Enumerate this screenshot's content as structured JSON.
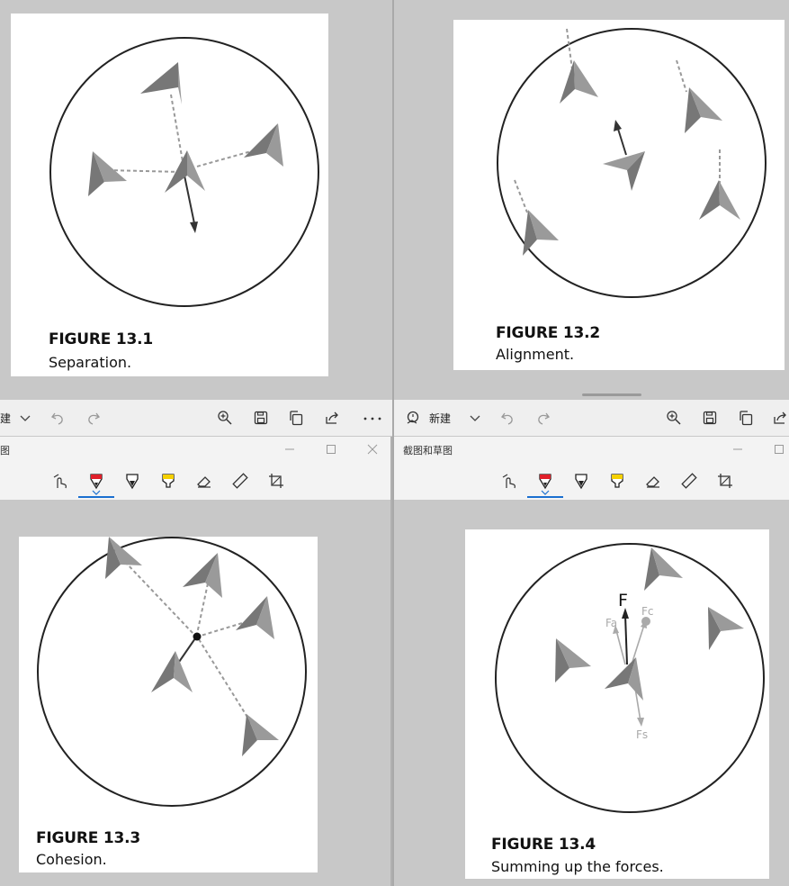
{
  "figures": {
    "fig1": {
      "number": "FIGURE 13.1",
      "caption": "Separation."
    },
    "fig2": {
      "number": "FIGURE 13.2",
      "caption": "Alignment."
    },
    "fig3": {
      "number": "FIGURE 13.3",
      "caption": "Cohesion."
    },
    "fig4": {
      "number": "FIGURE 13.4",
      "caption": "Summing up the forces.",
      "labels": {
        "f": "F",
        "fa": "Fa",
        "fc": "Fc",
        "fs": "Fs"
      }
    }
  },
  "right_window": {
    "new_label": "新建",
    "title": "截图和草图"
  },
  "left_window": {
    "title_fragment": "图",
    "new_fragment": "建"
  },
  "icons": {
    "undo": "undo-icon",
    "redo": "redo-icon",
    "zoom": "zoom-in-icon",
    "save": "save-icon",
    "copy": "copy-icon",
    "share": "share-icon",
    "more": "more-icon",
    "touch": "touch-writing-icon",
    "ballpoint": "ballpoint-pen-icon",
    "pencil": "pencil-icon",
    "highlighter": "highlighter-icon",
    "eraser": "eraser-icon",
    "ruler": "ruler-icon",
    "crop": "crop-icon"
  },
  "colors": {
    "pen_red": "#e0202a",
    "highlighter_yellow": "#f5d000",
    "active_underline": "#1a6fd0"
  }
}
